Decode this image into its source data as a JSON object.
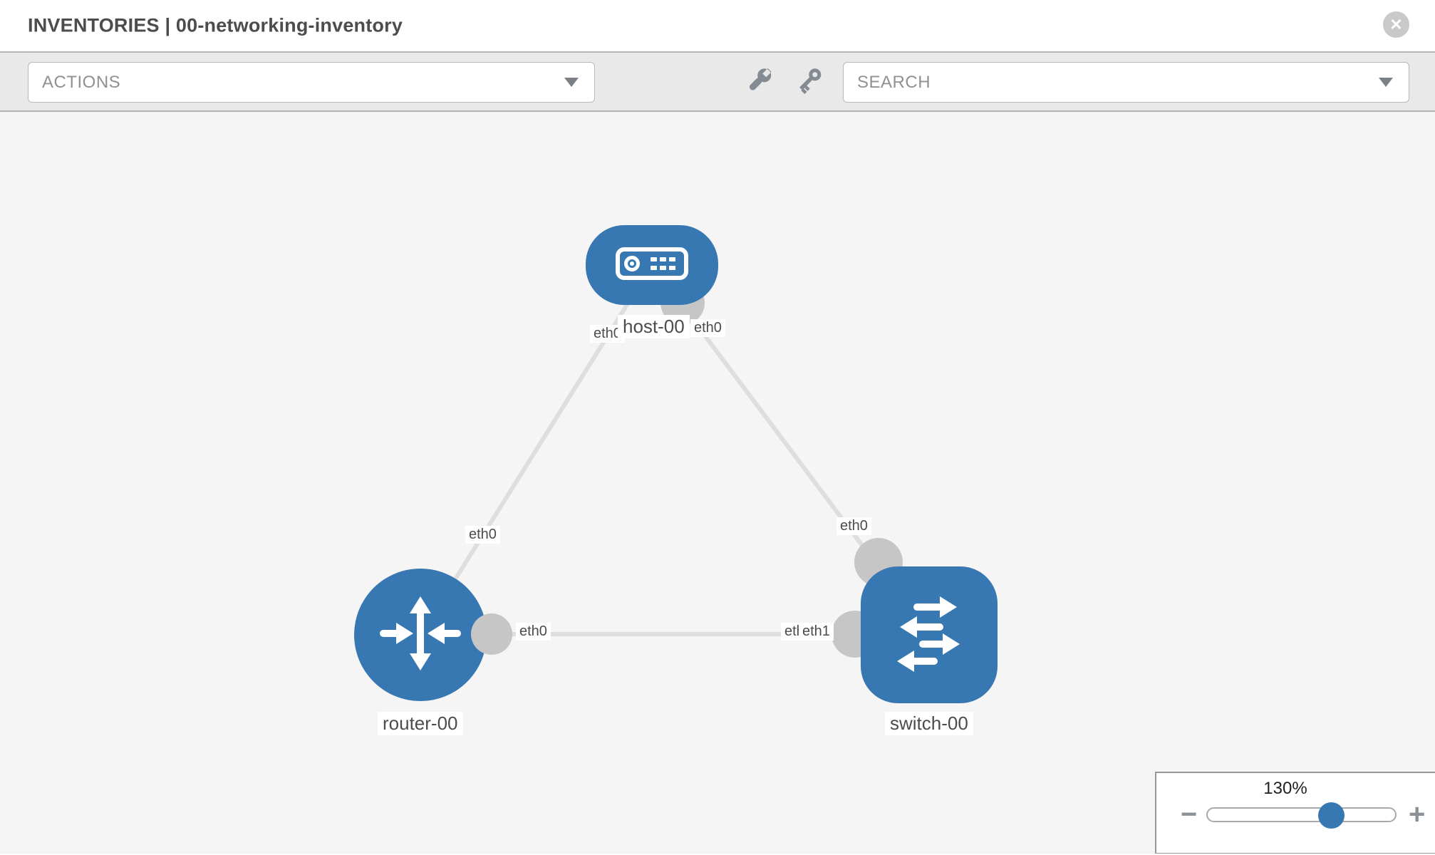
{
  "header": {
    "title": "INVENTORIES | 00-networking-inventory",
    "close_label": "✕"
  },
  "toolbar": {
    "actions_label": "ACTIONS",
    "search_placeholder": "SEARCH",
    "icons": [
      "wrench-icon",
      "key-icon"
    ]
  },
  "topology": {
    "nodes": [
      {
        "label": "host-00",
        "type": "host"
      },
      {
        "label": "router-00",
        "type": "router"
      },
      {
        "label": "switch-00",
        "type": "switch"
      }
    ],
    "links": [
      {
        "from": "host-00",
        "to": "router-00",
        "from_label": "eth0",
        "to_label": "eth0"
      },
      {
        "from": "host-00",
        "to": "switch-00",
        "from_label": "eth0",
        "to_label": "eth0"
      },
      {
        "from": "router-00",
        "to": "switch-00",
        "from_label": "eth0",
        "to_label": "eth1",
        "to_label_overlapped": "eth0"
      }
    ]
  },
  "zoom_control": {
    "value": "130%",
    "minus_label": "−",
    "plus_label": "+"
  },
  "colors": {
    "node_blue": "#3878b2",
    "link_gray": "#dedede",
    "port_gray": "#c6c6c6",
    "canvas_bg": "#f5f5f6",
    "toolbar_bg": "#e9e9e9"
  }
}
